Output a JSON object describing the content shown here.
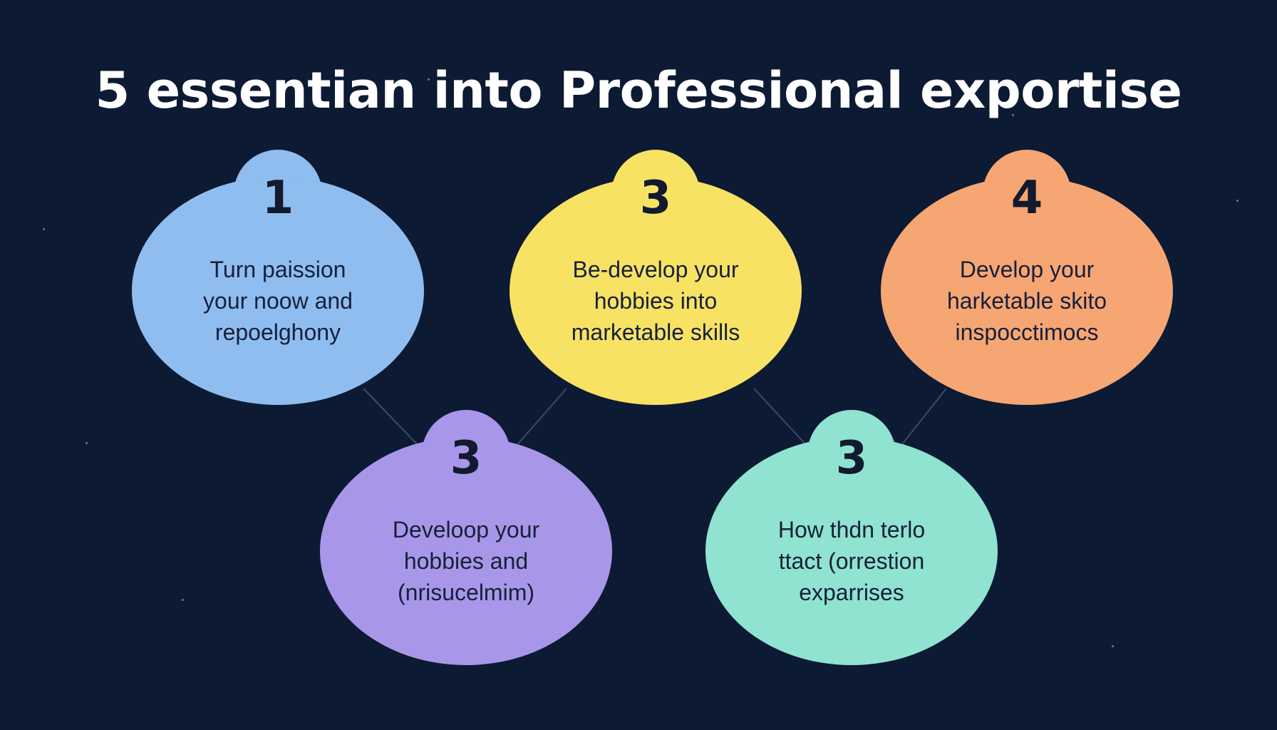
{
  "title": "5 essentian into Professional exportise",
  "colors": {
    "background": "#0d1a33",
    "blue": "#8fbdf0",
    "yellow": "#f8e264",
    "orange": "#f6a673",
    "purple": "#a897e8",
    "teal": "#8fe3d0"
  },
  "cards": [
    {
      "number": "1",
      "lines": [
        "Turn paission",
        "your noow and",
        "repoelghony"
      ]
    },
    {
      "number": "3",
      "lines": [
        "Be-develop your",
        "hobbies into",
        "marketable skills"
      ]
    },
    {
      "number": "4",
      "lines": [
        "Develop your",
        "harketable skito",
        "inspocctimocs"
      ]
    },
    {
      "number": "3",
      "lines": [
        "Develoop your",
        "hobbies and",
        "(nrisucelmim)"
      ]
    },
    {
      "number": "3",
      "lines": [
        "How thdn terlo",
        "ttact (orrestion",
        "exparrises"
      ]
    }
  ]
}
